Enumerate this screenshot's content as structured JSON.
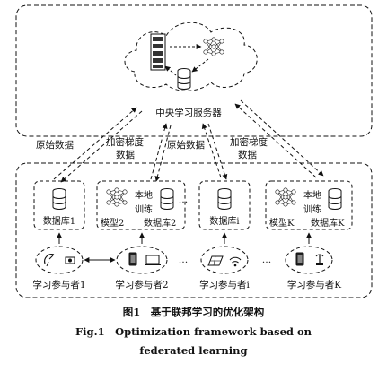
{
  "server": {
    "label": "中央学习服务器"
  },
  "flows": {
    "raw_data_left": "原始数据",
    "enc_grad_left_1": "加密梯度",
    "enc_grad_left_2": "数据",
    "raw_data_mid": "原始数据",
    "enc_grad_right_1": "加密梯度",
    "enc_grad_right_2": "数据"
  },
  "nodes": {
    "db1": "数据库1",
    "local_train_1": "本地",
    "local_train_2": "训练",
    "model2": "模型2",
    "db2": "数据库2",
    "dbi": "数据库i",
    "local_train_k1": "本地",
    "local_train_k2": "训练",
    "modelk": "模型K",
    "dbk": "数据库K"
  },
  "participants": {
    "p1": "学习参与者1",
    "p2": "学习参与者2",
    "pi": "学习参与者i",
    "pk": "学习参与者K",
    "ellipsis": "…"
  },
  "caption": {
    "zh": "图1　基于联邦学习的优化架构",
    "en_line1": "Fig.1　Optimization framework based on",
    "en_line2": "federated learning"
  }
}
